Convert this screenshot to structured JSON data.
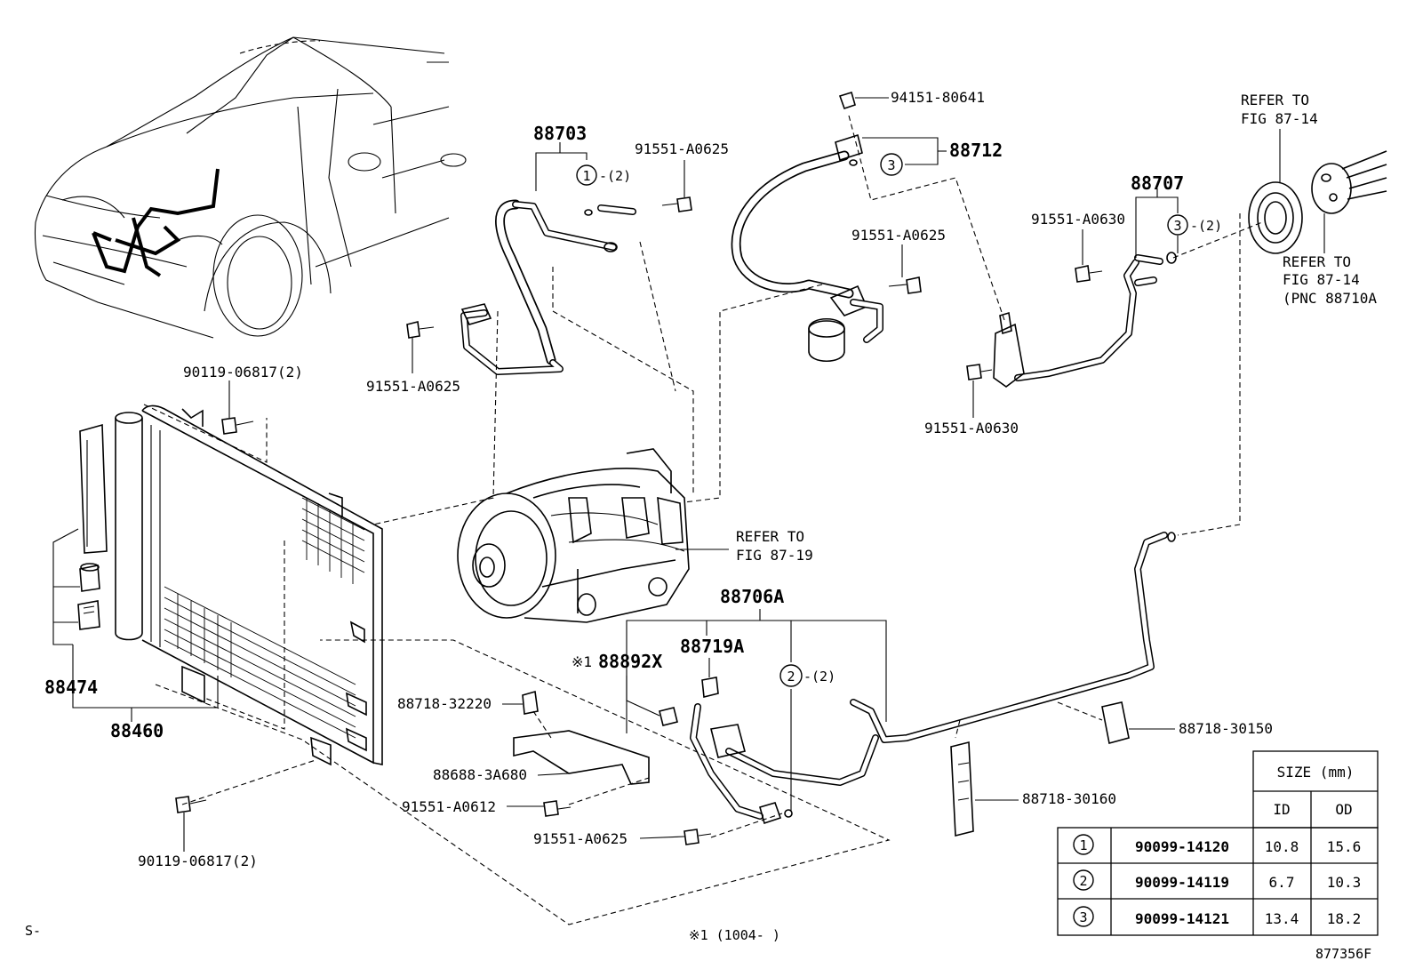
{
  "labels": {
    "p88703": "88703",
    "p88712": "88712",
    "p88707": "88707",
    "p88706A": "88706A",
    "p88719A": "88719A",
    "p88892X": "88892X",
    "p88892X_mark": "※1",
    "p88474": "88474",
    "p88460": "88460",
    "bolt_94151": "94151-80641",
    "bolt_0625_a": "91551-A0625",
    "bolt_0625_b": "91551-A0625",
    "bolt_0625_c": "91551-A0625",
    "bolt_0625_d": "91551-A0625",
    "bolt_0630_a": "91551-A0630",
    "bolt_0630_b": "91551-A0630",
    "bolt_0612": "91551-A0612",
    "bolt_90119_a": "90119-06817(2)",
    "bolt_90119_b": "90119-06817(2)",
    "clamp_32220": "88718-32220",
    "bracket_3A680": "88688-3A680",
    "clamp_30150": "88718-30150",
    "clamp_30160": "88718-30160",
    "ref1_line1": "REFER TO",
    "ref1_line2": "FIG 87-14",
    "ref2_line1": "REFER TO",
    "ref2_line2": "FIG 87-14",
    "ref2_line3": "(PNC 88710A",
    "ref3_line1": "REFER TO",
    "ref3_line2": "FIG 87-19",
    "qty_1": "-(2)",
    "qty_3": "-(2)",
    "qty_2": "-(2)",
    "circle_1": "1",
    "circle_2": "2",
    "circle_3a": "3",
    "circle_3b": "3",
    "footer_left": "S-",
    "footer_note": "※1 (1004-    )",
    "figure_code": "877356F"
  },
  "size_table": {
    "title": "SIZE (mm)",
    "col_id": "ID",
    "col_od": "OD",
    "rows": [
      {
        "mark": "1",
        "part": "90099-14120",
        "id": "10.8",
        "od": "15.6"
      },
      {
        "mark": "2",
        "part": "90099-14119",
        "id": "6.7",
        "od": "10.3"
      },
      {
        "mark": "3",
        "part": "90099-14121",
        "id": "13.4",
        "od": "18.2"
      }
    ]
  }
}
